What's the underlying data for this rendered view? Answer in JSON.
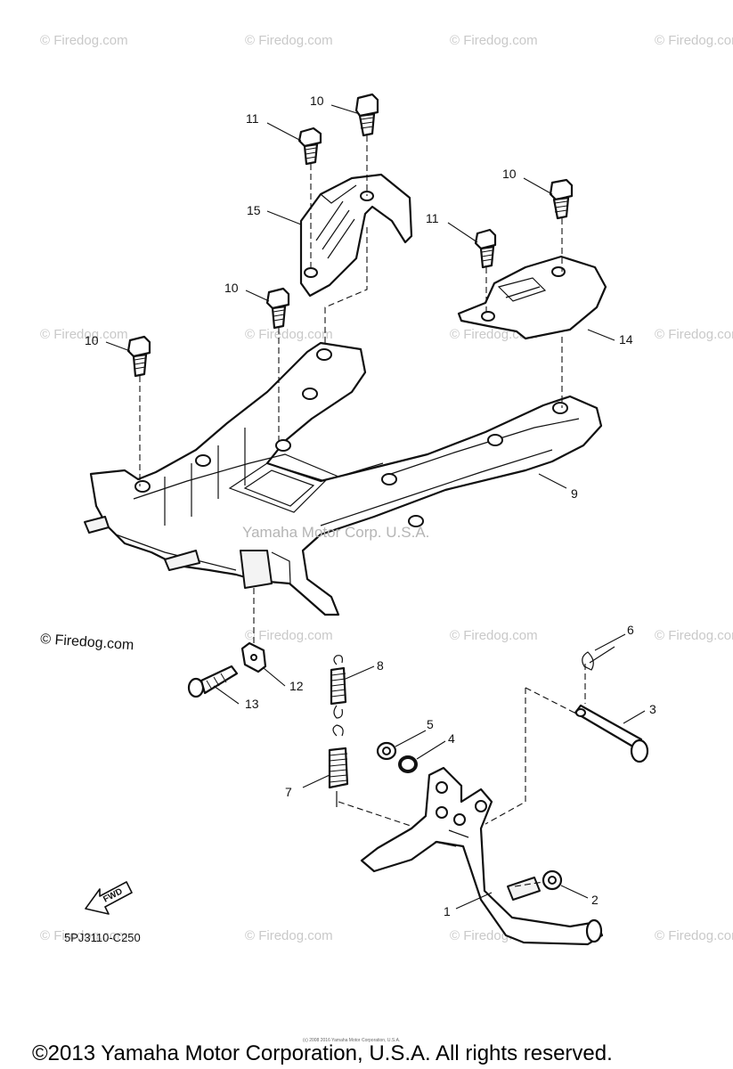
{
  "watermark": {
    "text": "© Firedog.com",
    "center_text": "Yamaha Motor Corp. U.S.A."
  },
  "callouts": {
    "p1": "1",
    "p2": "2",
    "p3": "3",
    "p4": "4",
    "p5": "5",
    "p6": "6",
    "p7": "7",
    "p8": "8",
    "p9": "9",
    "p10a": "10",
    "p10b": "10",
    "p10c": "10",
    "p10d": "10",
    "p11a": "11",
    "p11b": "11",
    "p12": "12",
    "p13": "13",
    "p14": "14",
    "p15": "15"
  },
  "fwd_label": "FWD",
  "diagram_code": "5PJ3110-C250",
  "fine_print": "(c) 2008 2016 Yamaha Motor Corporation, U.S.A.",
  "copyright": "©2013 Yamaha Motor Corporation, U.S.A. All rights reserved."
}
